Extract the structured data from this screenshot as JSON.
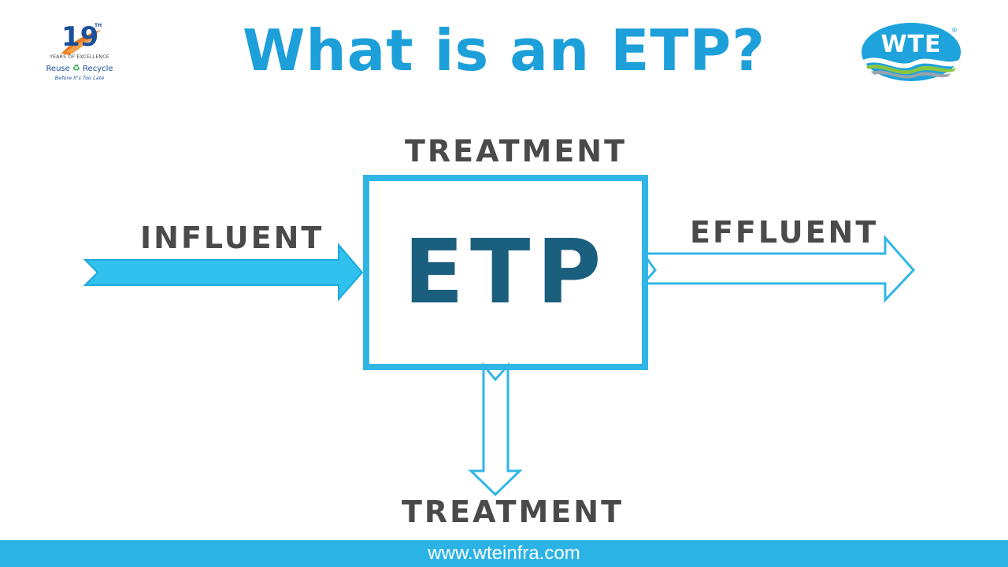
{
  "header": {
    "title": "What is an ETP?",
    "badge": {
      "number": "19",
      "superscript": "TH",
      "years": "YEARS OF EXCELLENCE",
      "reuse": "Reuse",
      "recycle": "Recycle",
      "tagline": "Before It's Too Late"
    },
    "brand_logo": {
      "text": "WTE",
      "registered": "®"
    }
  },
  "diagram": {
    "center_label": "ETP",
    "top_label": "TREATMENT",
    "left_label": "INFLUENT",
    "right_label": "EFFLUENT",
    "bottom_label": "TREATMENT"
  },
  "footer": {
    "url": "www.wteinfra.com"
  },
  "colors": {
    "title": "#1d9fd9",
    "accent": "#30b6e6",
    "etp_text": "#1b5f7e",
    "label_text": "#4a4a4a",
    "footer_bar": "#2bb3e6",
    "badge_orange": "#f07b20",
    "badge_navy": "#1b4f9c",
    "recycle_green": "#2aa44a"
  }
}
